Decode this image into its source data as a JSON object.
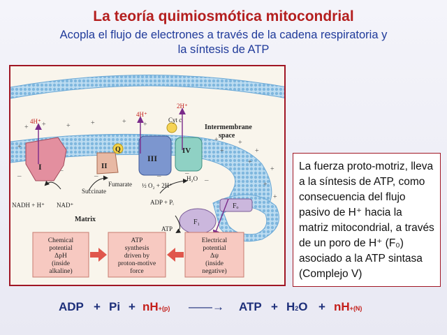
{
  "title": "La teoría quimiosmótica mitocondrial",
  "subtitle_line1": "Acopla el flujo de electrones a través de la cadena respiratoria y",
  "subtitle_line2": "la síntesis de ATP",
  "figure": {
    "label_4h_left": "4H⁺",
    "label_4h_mid": "4H⁺",
    "label_2h": "2H⁺",
    "label_cytc": "Cyt c",
    "label_intermembrane": "Intermembrane",
    "label_space": "space",
    "complex_I": "I",
    "complex_II": "II",
    "complex_III": "III",
    "complex_IV": "IV",
    "label_Q": "Q",
    "label_succinate": "Succinate",
    "label_fumarate": "Fumarate",
    "label_oxygen": "½ O₂ + 2H⁺",
    "label_water": "H₂O",
    "label_nadh": "NADH + H⁺",
    "label_nad": "NAD⁺",
    "label_matrix": "Matrix",
    "label_adp": "ADP + Pᵢ",
    "label_atp": "ATP",
    "label_fo": "Fₒ",
    "label_f1": "F₁",
    "label_hplus": "H⁺",
    "box_chemical": [
      "Chemical",
      "potential",
      "ΔpH",
      "(inside",
      "alkaline)"
    ],
    "box_atp": [
      "ATP",
      "synthesis",
      "driven by",
      "proton-motive",
      "force"
    ],
    "box_electrical": [
      "Electrical",
      "potential",
      "Δψ",
      "(inside",
      "negative)"
    ]
  },
  "info_text": "La fuerza proto-motriz, lleva a la síntesis de ATP, como consecuencia del flujo pasivo de H⁺ hacia la matriz mitocondrial, a través de un poro de H⁺ (F₀) asociado a la ATP sintasa (Complejo V)",
  "equation": {
    "adp": "ADP",
    "plus1": "+",
    "pi": "Pi",
    "plus2": "+",
    "nh_left": "nH",
    "sup_left": "+",
    "sub_left": "(p)",
    "arrow": "——→",
    "atp": "ATP",
    "plus3": "+",
    "h2o_h": "H",
    "h2o_sub": "2",
    "h2o_o": "O",
    "plus4": "+",
    "nh_right": "nH",
    "sup_right": "+",
    "sub_right": "(N)"
  },
  "colors": {
    "title": "#b41f1f",
    "subtitle": "#1f3a9a",
    "frame": "#a01624",
    "membrane": "#8cc3e6",
    "complex_I": "#e38f9f",
    "complex_III": "#7c96cf",
    "complex_IV": "#8fd1c4",
    "equation": "#1d2f7a",
    "proton": "#c4201c"
  }
}
